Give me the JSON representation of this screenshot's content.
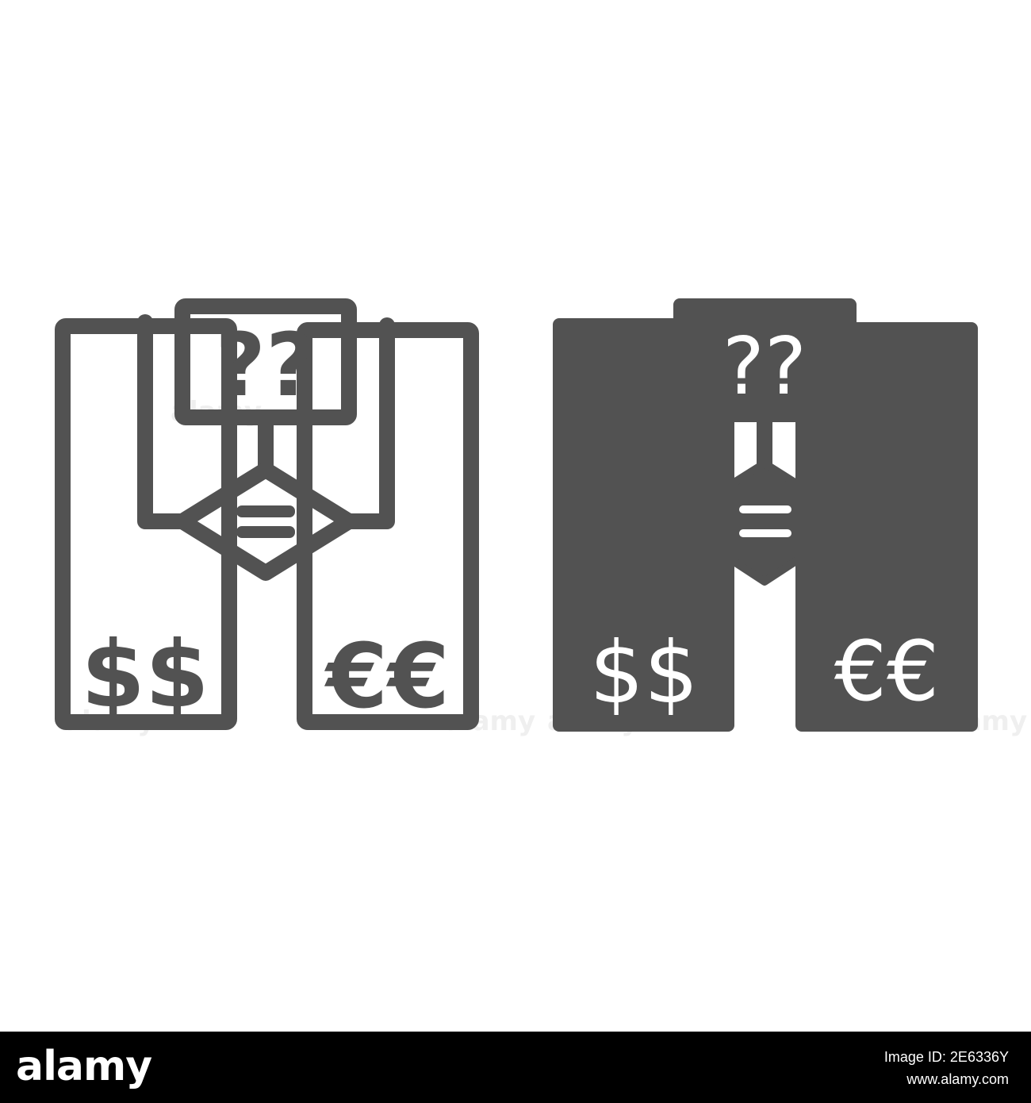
{
  "icon": {
    "name": "flowchart-currency-exchange",
    "color": "#525252",
    "variants": [
      "line",
      "solid"
    ],
    "top_box_symbol": "??",
    "decision_symbol": "=",
    "left_box_symbol": "$$",
    "right_box_symbol": "€€"
  },
  "footer": {
    "logo": "alamy",
    "image_id": "Image ID: 2E6336Y",
    "url": "www.alamy.com",
    "background": "#000000",
    "text_color": "#ffffff"
  },
  "watermark": {
    "text": "alamy",
    "color": "#d2d2d2"
  }
}
